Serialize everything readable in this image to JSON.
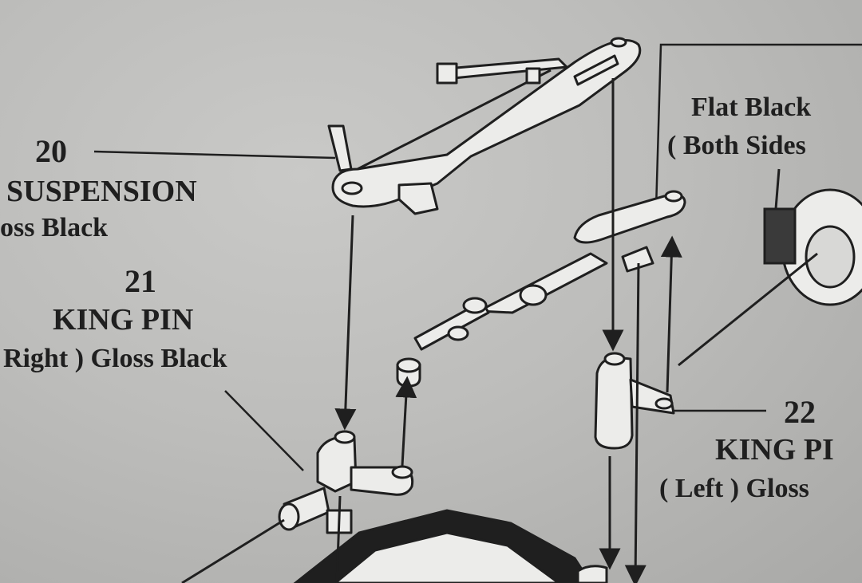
{
  "callouts": {
    "part20": {
      "number": "20",
      "name": "SUSPENSION",
      "finish": "oss Black"
    },
    "part21": {
      "number": "21",
      "name": "KING PIN",
      "finish": "Right ) Gloss Black"
    },
    "part22": {
      "number": "22",
      "name": "KING PI",
      "finish": "( Left ) Gloss"
    },
    "finish_top_right": {
      "line1": "Flat Black",
      "line2": "( Both Sides"
    }
  },
  "colors": {
    "background": "#bdbdbb",
    "ink": "#1f1f1f",
    "part_fill": "#ececea"
  }
}
